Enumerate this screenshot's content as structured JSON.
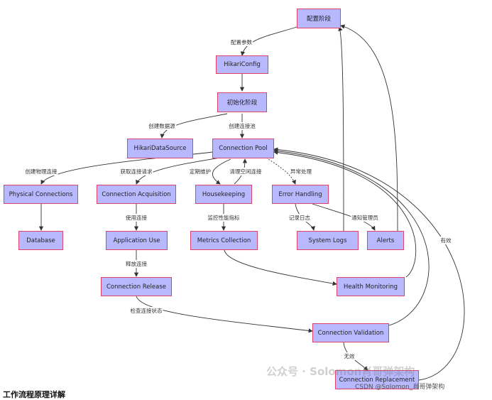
{
  "nodes": {
    "config_stage": "配置阶段",
    "hikari_config": "HikariConfig",
    "init_stage": "初始化阶段",
    "hikari_datasource": "HikariDataSource",
    "connection_pool": "Connection Pool",
    "physical_connections": "Physical Connections",
    "connection_acquisition": "Connection Acquisition",
    "housekeeping": "Housekeeping",
    "error_handling": "Error Handling",
    "database": "Database",
    "application_use": "Application Use",
    "metrics_collection": "Metrics Collection",
    "system_logs": "System Logs",
    "alerts": "Alerts",
    "connection_release": "Connection Release",
    "health_monitoring": "Health Monitoring",
    "connection_validation": "Connection Validation",
    "connection_replacement": "Connection Replacement"
  },
  "edge_labels": {
    "config_params": "配置参数",
    "create_datasource": "创建数据源",
    "create_pool": "创建连接池",
    "create_physical": "创建物理连接",
    "acquire_request": "获取连接请求",
    "scheduled_maintenance": "定期维护",
    "clean_idle": "清理空闲连接",
    "exception_handling": "异常处理",
    "use_connection": "使用连接",
    "monitor_metrics": "监控性能指标",
    "record_log": "记录日志",
    "notify_admin": "通知管理员",
    "release_connection": "释放连接",
    "check_status": "检查连接状态",
    "valid": "有效",
    "invalid": "无效"
  },
  "footer": {
    "watermark": "公众号 · Solomon肖哥弹架构",
    "credit": "CSDN @Solomon_肖哥弹架构",
    "section_title": "工作流程原理详解"
  },
  "colors": {
    "node_fill": "#b8b8ff",
    "node_border": "#e0436a",
    "edge": "#333333"
  }
}
